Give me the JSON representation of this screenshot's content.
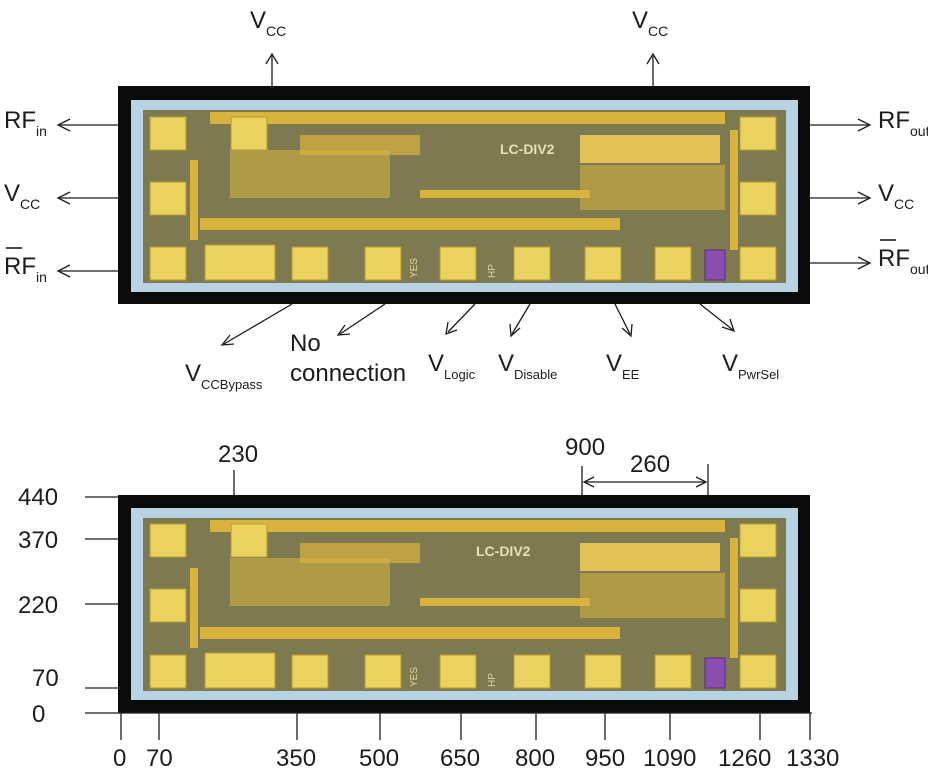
{
  "pinout": {
    "top_vcc_left": {
      "main": "V",
      "sub": "CC"
    },
    "top_vcc_right": {
      "main": "V",
      "sub": "CC"
    },
    "rf_in": {
      "main": "RF",
      "sub": "in"
    },
    "vcc_left": {
      "main": "V",
      "sub": "CC"
    },
    "rf_in_bar": {
      "main": "RF",
      "sub": "in"
    },
    "rf_out": {
      "main": "RF",
      "sub": "out"
    },
    "vcc_right": {
      "main": "V",
      "sub": "CC"
    },
    "rf_out_bar": {
      "main": "RF",
      "sub": "out"
    },
    "bottom": {
      "vcc_bypass": {
        "main": "V",
        "sub": "CCBypass"
      },
      "no_connection_line1": "No",
      "no_connection_line2": "connection",
      "v_logic": {
        "main": "V",
        "sub": "Logic"
      },
      "v_disable": {
        "main": "V",
        "sub": "Disable"
      },
      "v_ee": {
        "main": "V",
        "sub": "EE"
      },
      "v_pwrsel": {
        "main": "V",
        "sub": "PwrSel"
      }
    }
  },
  "chip": {
    "marking": "LC-DIV2",
    "small_mark": "YES",
    "logo": "HP"
  },
  "dimensions": {
    "top_ticks": [
      "230",
      "900"
    ],
    "span_label": "260",
    "y_ticks": [
      "440",
      "370",
      "220",
      "70",
      "0"
    ],
    "x_ticks": [
      "0",
      "70",
      "350",
      "500",
      "650",
      "800",
      "950",
      "1090",
      "1260",
      "1330"
    ]
  },
  "colors": {
    "frame": "#0b0b0b",
    "substrate": "#b8d3e4",
    "die": "#7d7a52",
    "pad": "#e9d35e",
    "pad_purple": "#8a4db0",
    "trace": "#d8b43f"
  }
}
